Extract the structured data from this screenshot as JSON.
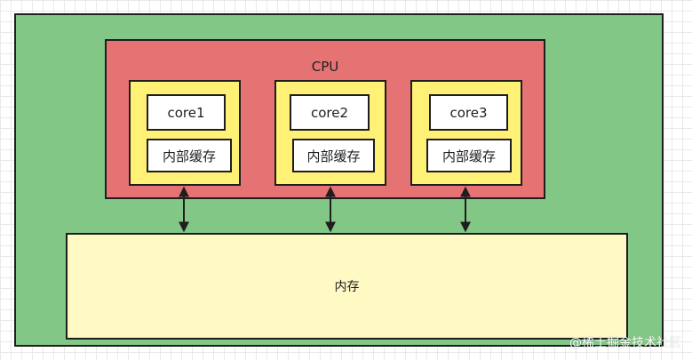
{
  "colors": {
    "outer_fill": "#82c785",
    "cpu_fill": "#e57373",
    "core_fill": "#fff176",
    "memory_fill": "#fff9c4",
    "stroke": "#1e1e1e"
  },
  "cpu": {
    "label": "CPU",
    "cores": [
      {
        "name": "core1",
        "cache": "内部缓存"
      },
      {
        "name": "core2",
        "cache": "内部缓存"
      },
      {
        "name": "core3",
        "cache": "内部缓存"
      }
    ]
  },
  "memory": {
    "label": "内存"
  },
  "connections": [
    {
      "from": "core1",
      "to": "内存",
      "type": "bidirectional-arrow"
    },
    {
      "from": "core2",
      "to": "内存",
      "type": "bidirectional-arrow"
    },
    {
      "from": "core3",
      "to": "内存",
      "type": "bidirectional-arrow"
    }
  ],
  "watermark": "@稀土掘金技术社区"
}
